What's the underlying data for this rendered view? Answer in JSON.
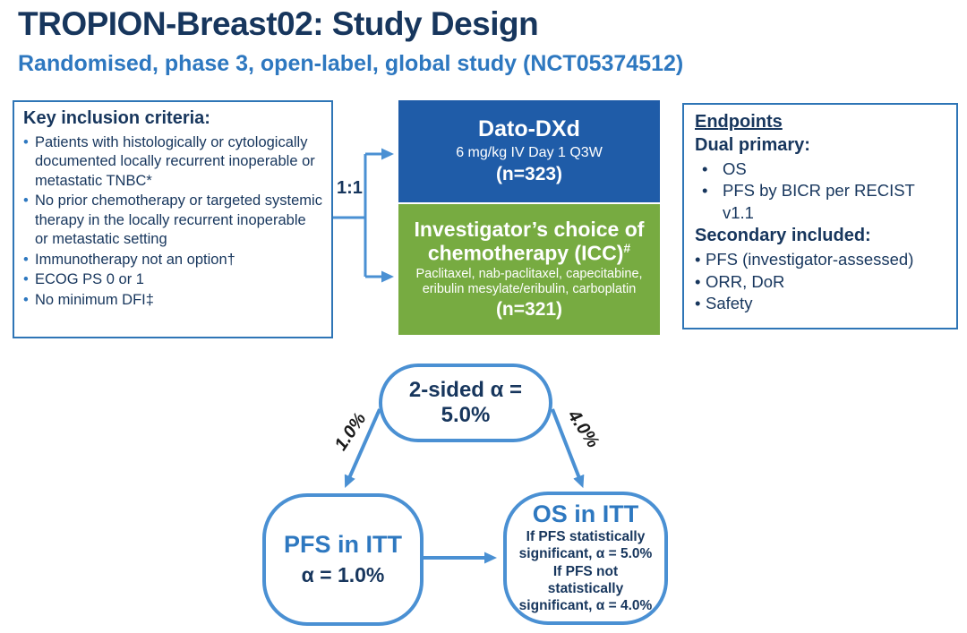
{
  "page": {
    "title": "TROPION-Breast02: Study Design",
    "subtitle": "Randomised, phase 3, open-label, global study (NCT05374512)"
  },
  "inclusion": {
    "heading": "Key inclusion criteria:",
    "bullets": [
      "Patients with histologically or cytologically documented locally recurrent inoperable or metastatic TNBC*",
      "No prior chemotherapy or targeted systemic therapy in the locally recurrent inoperable or metastatic setting",
      "Immunotherapy not an option†",
      "ECOG PS 0 or 1",
      "No minimum DFI‡"
    ]
  },
  "randomisation": {
    "ratio_label": "1:1"
  },
  "arms": {
    "dato": {
      "name": "Dato-DXd",
      "dose": "6 mg/kg IV Day 1 Q3W",
      "n": "(n=323)",
      "bg_color": "#1f5ca8"
    },
    "icc": {
      "name": "Investigator’s choice of chemotherapy (ICC)",
      "name_sup": "#",
      "drugs": "Paclitaxel, nab-paclitaxel, capecitabine, eribulin mesylate/eribulin, carboplatin",
      "n": "(n=321)",
      "bg_color": "#77ab41"
    }
  },
  "endpoints": {
    "heading": "Endpoints",
    "dual_primary_label": "Dual primary:",
    "dual_primary": [
      "OS",
      "PFS by BICR per RECIST v1.1"
    ],
    "secondary_label": "Secondary included:",
    "secondary": [
      "PFS (investigator-assessed)",
      "ORR, DoR",
      "Safety"
    ]
  },
  "alpha_diagram": {
    "top_pill": "2-sided α = 5.0%",
    "left_arrow_label": "1.0%",
    "right_arrow_label": "4.0%",
    "pfs_pill": {
      "title": "PFS in ITT",
      "alpha": "α = 1.0%"
    },
    "os_pill": {
      "title": "OS in ITT",
      "line1": "If PFS statistically significant, α = 5.0%",
      "line2": "If PFS not statistically significant, α = 4.0%"
    }
  },
  "colors": {
    "title_navy": "#17365d",
    "accent_blue": "#2e78c0",
    "box_border_blue": "#2e75b6",
    "arrow_blue": "#4a90d3",
    "dato_bg": "#1f5ca8",
    "icc_bg": "#77ab41"
  }
}
